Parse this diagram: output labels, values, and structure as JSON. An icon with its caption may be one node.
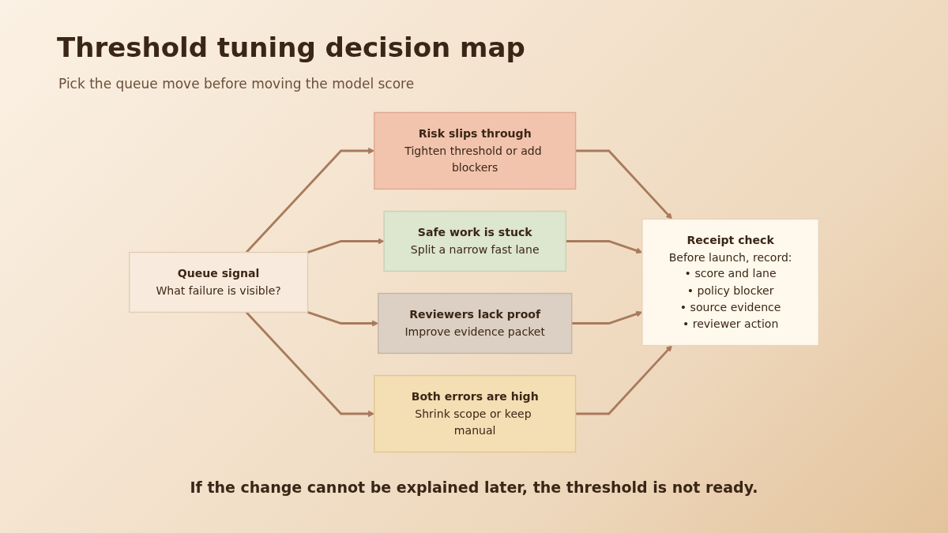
{
  "diagram": {
    "title": "Threshold tuning decision map",
    "caption": "If the change cannot be explained later, the threshold is not ready.",
    "nodes": [
      {
        "text": [
          "Queue signal",
          "What failure is visible?"
        ]
      },
      {
        "text": [
          "Risk slips through",
          "Tighten threshold or add blockers"
        ]
      },
      {
        "text": [
          "Safe work is stuck",
          "Split a narrow fast lane"
        ]
      },
      {
        "text": [
          "Reviewers lack proof",
          "Improve evidence packet"
        ]
      },
      {
        "text": [
          "Both errors are high",
          "Shrink scope or keep manual"
        ]
      },
      {
        "text": [
          "Receipt check",
          "Before launch, record:",
          "• score and lane",
          "• policy blocker",
          "• source evidence",
          "• reviewer action"
        ]
      }
    ],
    "edges": [
      {
        "from": 0,
        "to": 1,
        "arrow": "to"
      },
      {
        "from": 0,
        "to": 2,
        "arrow": "to"
      },
      {
        "from": 0,
        "to": 3,
        "arrow": "to"
      },
      {
        "from": 0,
        "to": 4,
        "arrow": "to"
      },
      {
        "from": 1,
        "to": 5,
        "arrow": "to"
      },
      {
        "from": 2,
        "to": 5,
        "arrow": "to"
      },
      {
        "from": 3,
        "to": 5,
        "arrow": "to"
      },
      {
        "from": 4,
        "to": 5,
        "arrow": "to"
      }
    ],
    "labels": [
      "Pick the queue move before moving the model score"
    ]
  }
}
